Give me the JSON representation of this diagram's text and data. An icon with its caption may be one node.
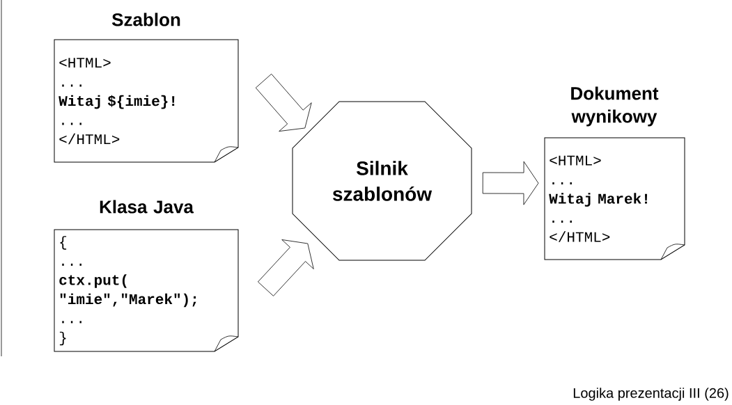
{
  "diagram": {
    "nodes": [
      {
        "text": [
          "Szablon",
          "<HTML>",
          "...",
          "**Witaj ${imie}!**",
          "...",
          "</HTML>"
        ]
      },
      {
        "text": [
          "Klasa Java",
          "{",
          "...",
          "**ctx.put(**",
          "**\"imie\",\"Marek\");**",
          "...",
          "}"
        ]
      },
      {
        "text": [
          "Silnik szablonów"
        ]
      },
      {
        "text": [
          "Dokument wynikowy",
          "<HTML>",
          "...",
          "**Witaj Marek!**",
          "...",
          "</HTML>"
        ]
      }
    ],
    "edges": [
      {
        "from": 0,
        "to": 2,
        "arrow": "to"
      },
      {
        "from": 1,
        "to": 2,
        "arrow": "to"
      },
      {
        "from": 2,
        "to": 3,
        "arrow": "to"
      }
    ],
    "labels": [
      "Logika prezentacji III (26)"
    ]
  }
}
